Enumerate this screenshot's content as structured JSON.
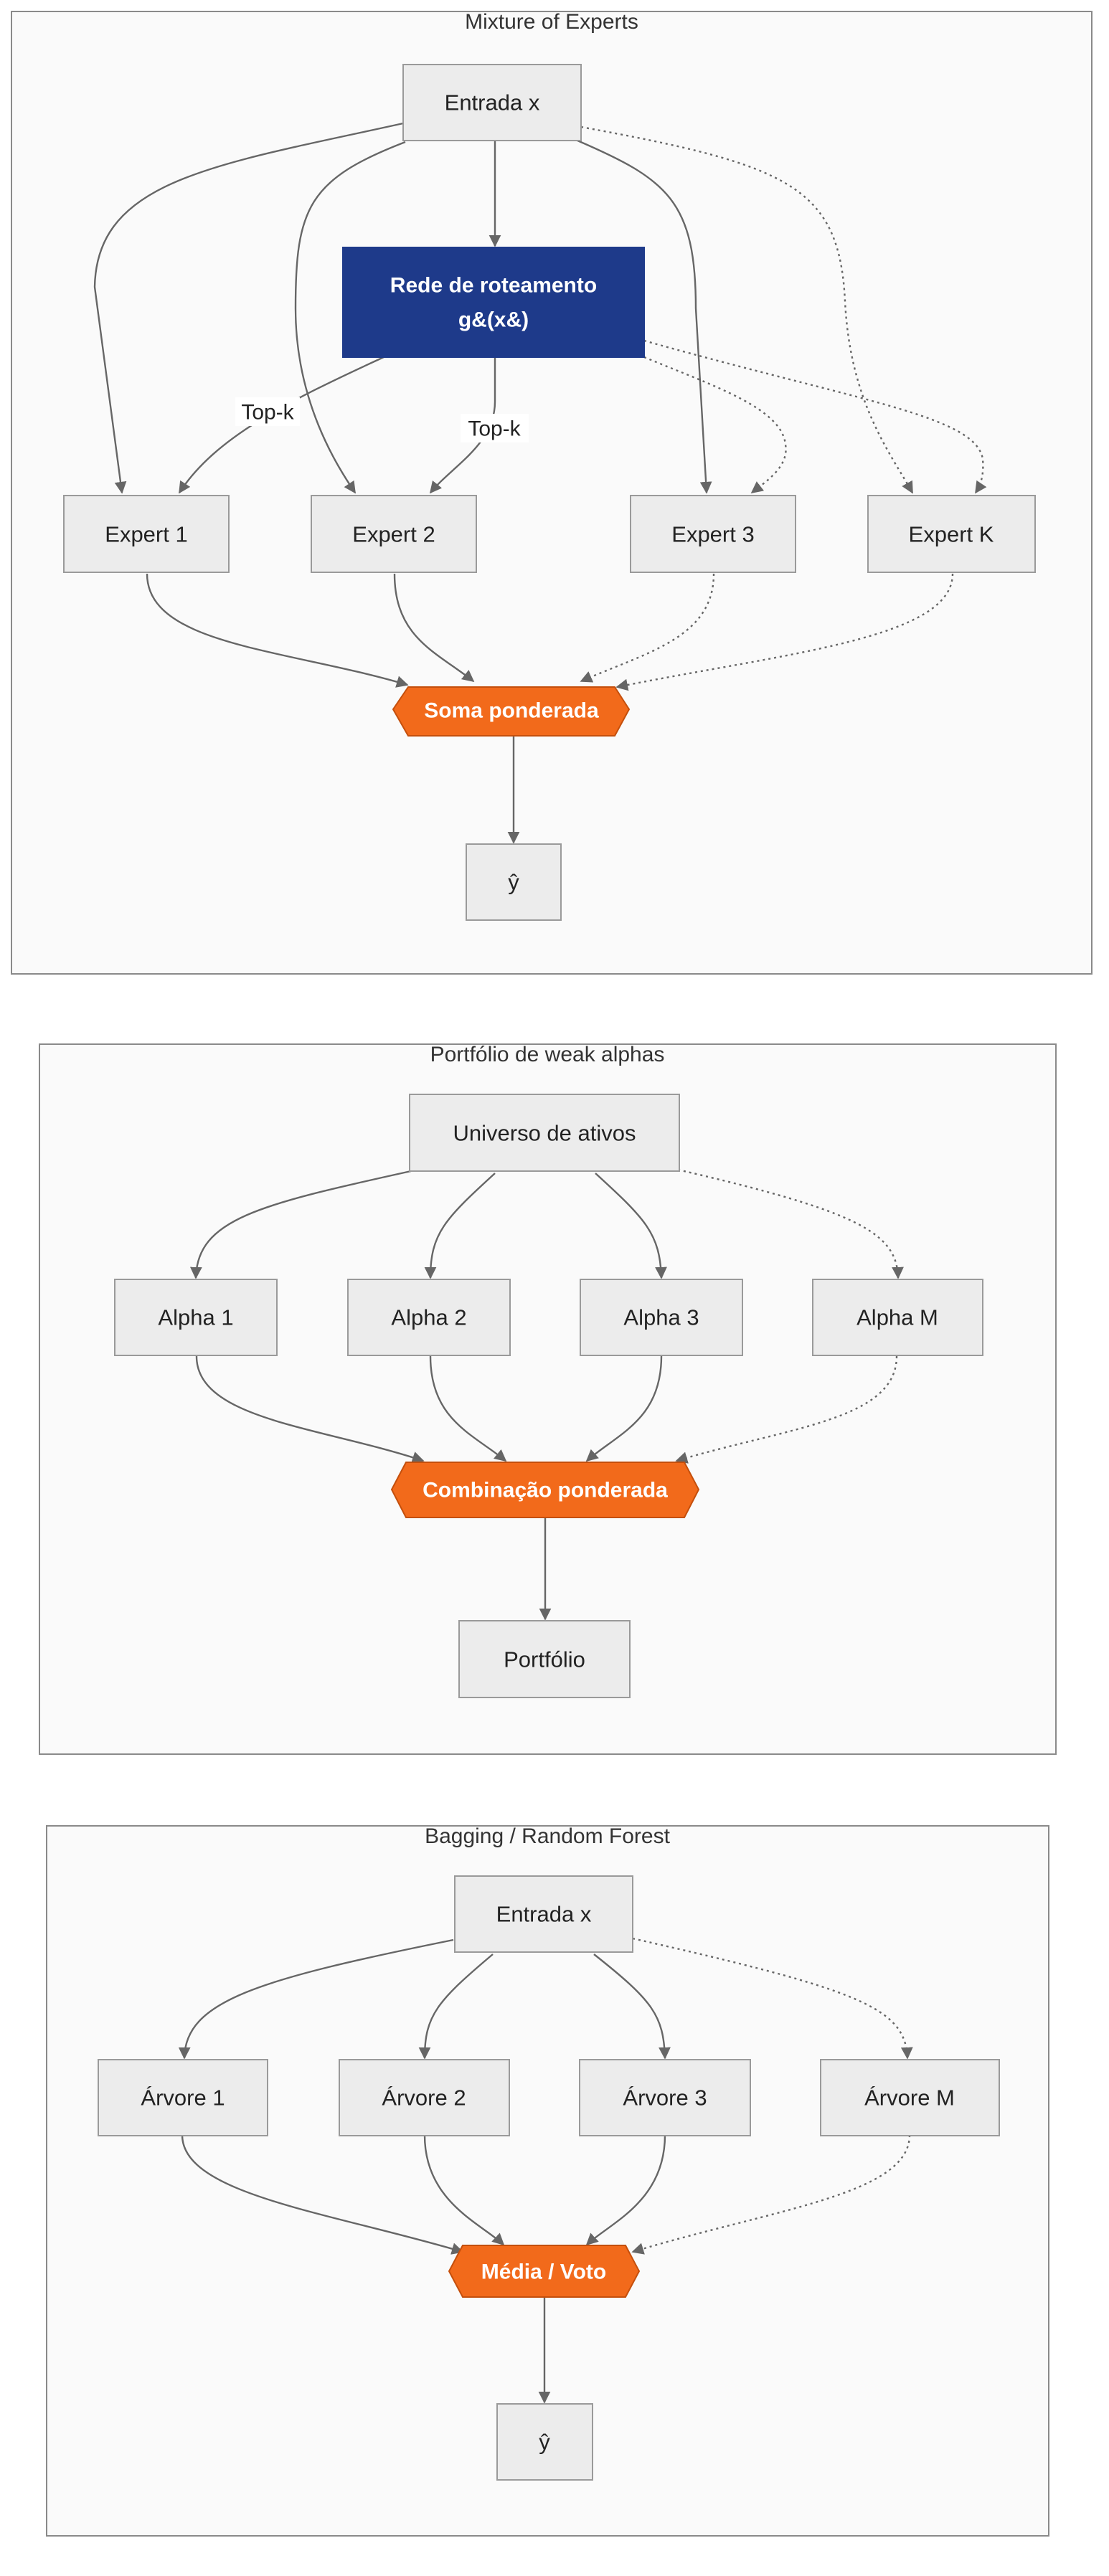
{
  "clusters": [
    {
      "title": "Mixture of Experts",
      "input": "Entrada x",
      "router": [
        "Rede de roteamento",
        "g&(x&)"
      ],
      "branches": [
        "Expert 1",
        "Expert 2",
        "Expert 3",
        "Expert K"
      ],
      "branch_styles": [
        "solid",
        "solid",
        "dotted",
        "dotted"
      ],
      "router_edge_label": "Top-k",
      "combiner": "Soma ponderada",
      "output": "ŷ"
    },
    {
      "title": "Portfólio de weak alphas",
      "input": "Universo de ativos",
      "branches": [
        "Alpha 1",
        "Alpha 2",
        "Alpha 3",
        "Alpha M"
      ],
      "branch_styles": [
        "solid",
        "solid",
        "solid",
        "dotted"
      ],
      "combiner": "Combinação ponderada",
      "output": "Portfólio"
    },
    {
      "title": "Bagging / Random Forest",
      "input": "Entrada x",
      "branches": [
        "Árvore 1",
        "Árvore 2",
        "Árvore 3",
        "Árvore M"
      ],
      "branch_styles": [
        "solid",
        "solid",
        "solid",
        "dotted"
      ],
      "combiner": "Média / Voto",
      "output": "ŷ"
    }
  ]
}
